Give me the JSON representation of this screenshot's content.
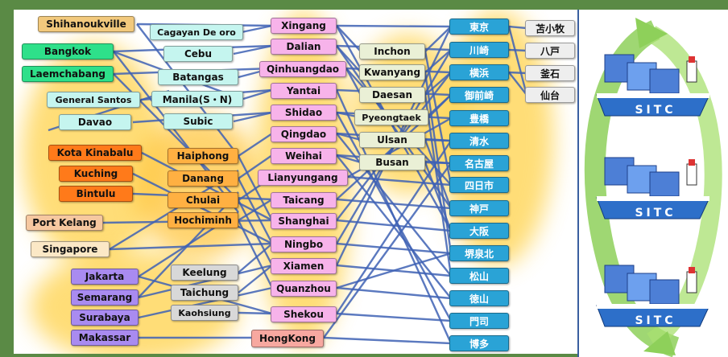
{
  "regions": {
    "southeast_asia_a": {
      "ports": [
        {
          "label": "Shihanoukville",
          "color": "#f2c97d"
        },
        {
          "label": "Bangkok",
          "color": "#2ee08a"
        },
        {
          "label": "Laemchabang",
          "color": "#2ee08a"
        },
        {
          "label": "General Santos",
          "color": "#c5f5ef"
        },
        {
          "label": "Davao",
          "color": "#c5f5ef"
        },
        {
          "label": "Kota Kinabalu",
          "color": "#ff7a1a"
        },
        {
          "label": "Kuching",
          "color": "#ff7a1a"
        },
        {
          "label": "Bintulu",
          "color": "#ff7a1a"
        },
        {
          "label": "Port Kelang",
          "color": "#f6c8a0"
        },
        {
          "label": "Singapore",
          "color": "#fbe8c6"
        },
        {
          "label": "Jakarta",
          "color": "#a98bf0"
        },
        {
          "label": "Semarang",
          "color": "#a98bf0"
        },
        {
          "label": "Surabaya",
          "color": "#a98bf0"
        },
        {
          "label": "Makassar",
          "color": "#a98bf0"
        }
      ]
    },
    "southeast_asia_b": {
      "ports": [
        {
          "label": "Cagayan De oro",
          "color": "#c5f5ef"
        },
        {
          "label": "Cebu",
          "color": "#c5f5ef"
        },
        {
          "label": "Batangas",
          "color": "#c5f5ef"
        },
        {
          "label": "Manila(S・N)",
          "color": "#c5f5ef"
        },
        {
          "label": "Subic",
          "color": "#c5f5ef"
        },
        {
          "label": "Haiphong",
          "color": "#ffb042"
        },
        {
          "label": "Danang",
          "color": "#ffb042"
        },
        {
          "label": "Chulai",
          "color": "#ffb042"
        },
        {
          "label": "Hochiminh",
          "color": "#ffb042"
        },
        {
          "label": "Keelung",
          "color": "#d8d8d8"
        },
        {
          "label": "Taichung",
          "color": "#d8d8d8"
        },
        {
          "label": "Kaohsiung",
          "color": "#d8d8d8"
        }
      ]
    },
    "china": {
      "ports": [
        {
          "label": "Xingang",
          "color": "#f7b3ea"
        },
        {
          "label": "Dalian",
          "color": "#f7b3ea"
        },
        {
          "label": "Qinhuangdao",
          "color": "#f7b3ea"
        },
        {
          "label": "Yantai",
          "color": "#f7b3ea"
        },
        {
          "label": "Shidao",
          "color": "#f7b3ea"
        },
        {
          "label": "Qingdao",
          "color": "#f7b3ea"
        },
        {
          "label": "Weihai",
          "color": "#f7b3ea"
        },
        {
          "label": "Lianyungang",
          "color": "#f7b3ea"
        },
        {
          "label": "Taicang",
          "color": "#f7b3ea"
        },
        {
          "label": "Shanghai",
          "color": "#f7b3ea"
        },
        {
          "label": "Ningbo",
          "color": "#f7b3ea"
        },
        {
          "label": "Xiamen",
          "color": "#f7b3ea"
        },
        {
          "label": "Quanzhou",
          "color": "#f7b3ea"
        },
        {
          "label": "Shekou",
          "color": "#f7b3ea"
        },
        {
          "label": "HongKong",
          "color": "#f7a8a0"
        }
      ]
    },
    "korea": {
      "ports": [
        {
          "label": "Inchon",
          "color": "#eaf0d6"
        },
        {
          "label": "Kwanyang",
          "color": "#eaf0d6"
        },
        {
          "label": "Daesan",
          "color": "#eaf0d6"
        },
        {
          "label": "Pyeongtaek",
          "color": "#eaf0d6"
        },
        {
          "label": "Ulsan",
          "color": "#eaf0d6"
        },
        {
          "label": "Busan",
          "color": "#eaf0d6"
        }
      ]
    },
    "japan_main": {
      "ports": [
        {
          "label": "東京",
          "color": "#2aa3d6"
        },
        {
          "label": "川崎",
          "color": "#2aa3d6"
        },
        {
          "label": "横浜",
          "color": "#2aa3d6"
        },
        {
          "label": "御前崎",
          "color": "#2aa3d6"
        },
        {
          "label": "豊橋",
          "color": "#2aa3d6"
        },
        {
          "label": "清水",
          "color": "#2aa3d6"
        },
        {
          "label": "名古屋",
          "color": "#2aa3d6"
        },
        {
          "label": "四日市",
          "color": "#2aa3d6"
        },
        {
          "label": "神戸",
          "color": "#2aa3d6"
        },
        {
          "label": "大阪",
          "color": "#2aa3d6"
        },
        {
          "label": "堺泉北",
          "color": "#2aa3d6"
        },
        {
          "label": "松山",
          "color": "#2aa3d6"
        },
        {
          "label": "徳山",
          "color": "#2aa3d6"
        },
        {
          "label": "門司",
          "color": "#2aa3d6"
        },
        {
          "label": "博多",
          "color": "#2aa3d6"
        }
      ]
    },
    "japan_north": {
      "ports": [
        {
          "label": "苫小牧",
          "color": "#eeeeee"
        },
        {
          "label": "八戸",
          "color": "#eeeeee"
        },
        {
          "label": "釜石",
          "color": "#eeeeee"
        },
        {
          "label": "仙台",
          "color": "#eeeeee"
        }
      ]
    }
  },
  "ships": [
    {
      "label": "SITC"
    },
    {
      "label": "SITC"
    },
    {
      "label": "SITC"
    }
  ],
  "colors": {
    "route_line": "#3f62b5",
    "blob": "#ffd24a",
    "cycle_arrow": "#8ed05a"
  }
}
